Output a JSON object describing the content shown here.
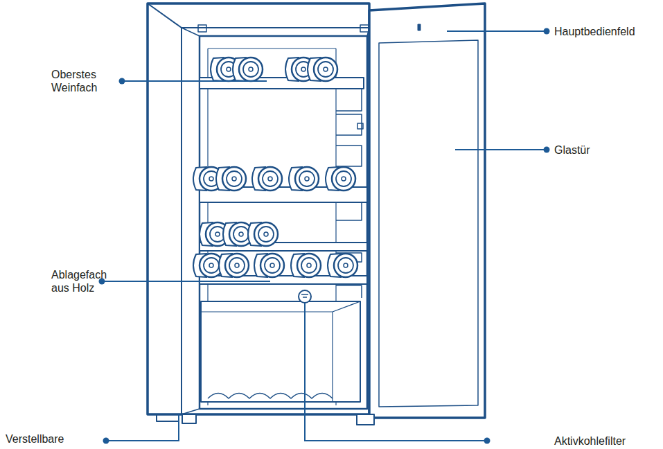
{
  "diagram": {
    "labels": [
      "Hauptbedienfeld",
      "Oberstes Weinfach",
      "Glastür",
      "Ablagefach aus Holz",
      "Verstellbare",
      "Aktivkohlefilter"
    ]
  }
}
